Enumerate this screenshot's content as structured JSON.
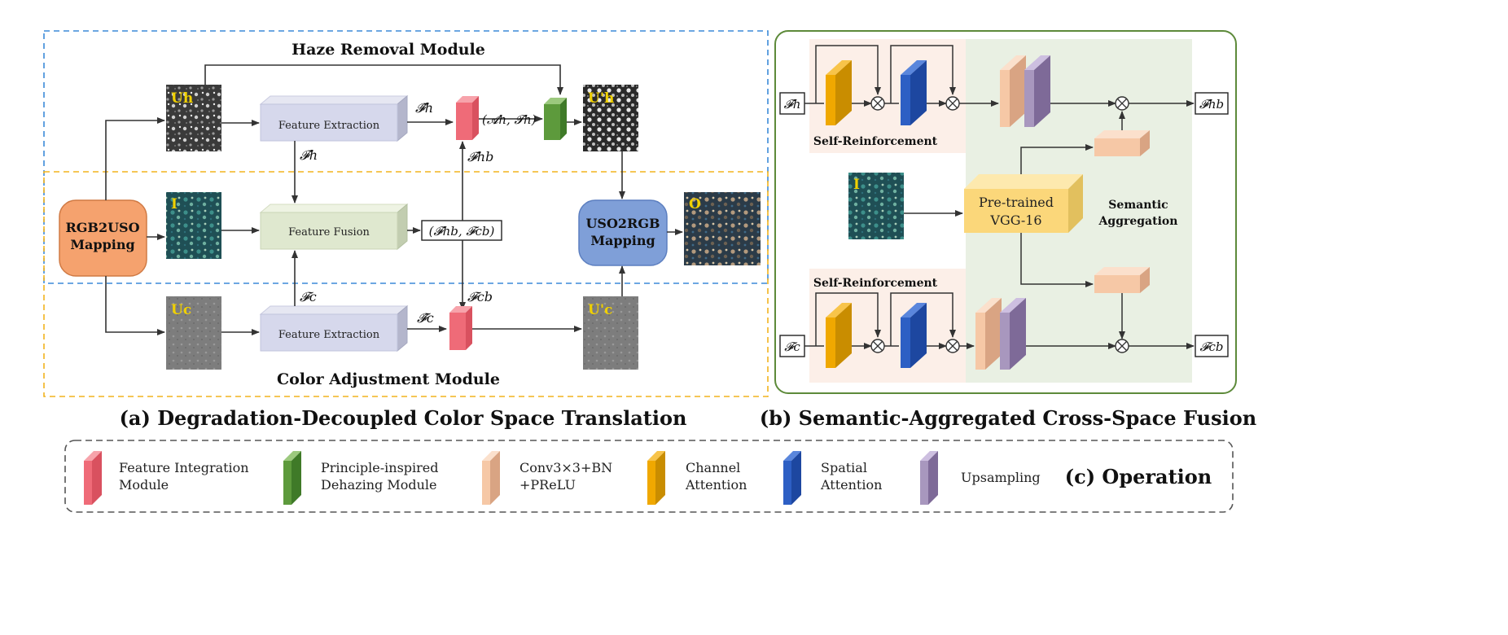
{
  "panel_a": {
    "caption": "(a) Degradation-Decoupled Color Space Translation",
    "haze_module": "Haze Removal Module",
    "color_module": "Color Adjustment Module",
    "rgb2uso": [
      "RGB2USO",
      "Mapping"
    ],
    "uso2rgb": [
      "USO2RGB",
      "Mapping"
    ],
    "feature_extraction": "Feature Extraction",
    "feature_fusion": "Feature Fusion",
    "img_uh": "Uh",
    "img_uh_out": "U'h",
    "img_i": "I",
    "img_o": "O",
    "img_uc": "Uc",
    "img_uc_out": "U'c",
    "sym_fh": "𝓕h",
    "sym_fh_hat": "𝓕̂h",
    "sym_fc": "𝓕c",
    "sym_fc_hat": "𝓕̂c",
    "sym_fhb": "𝓕hb",
    "sym_fcb": "𝓕cb",
    "sym_ah_th": "(𝓐h, 𝓣h)",
    "sym_pair": "(𝓕hb, 𝓕cb)"
  },
  "panel_b": {
    "caption": "(b) Semantic-Aggregated Cross-Space Fusion",
    "self_reinforcement_top": "Self-Reinforcement",
    "self_reinforcement_bottom": "Self-Reinforcement",
    "vgg": [
      "Pre-trained",
      "VGG-16"
    ],
    "semantic_aggregation": [
      "Semantic",
      "Aggregation"
    ],
    "img_i": "I",
    "in_fh": "𝓕h",
    "in_fc": "𝓕c",
    "out_fhb": "𝓕hb",
    "out_fcb": "𝓕cb"
  },
  "legend": {
    "title": "(c) Operation",
    "items": [
      {
        "label": [
          "Feature Integration",
          "Module"
        ],
        "color": "#ef6b78"
      },
      {
        "label": [
          "Principle-inspired",
          "Dehazing Module"
        ],
        "color": "#5d9a3c"
      },
      {
        "label": [
          "Conv3×3+BN",
          "+PReLU"
        ],
        "color": "#f6c8a6"
      },
      {
        "label": [
          "Channel",
          "Attention"
        ],
        "color": "#f0a800"
      },
      {
        "label": [
          "Spatial",
          "Attention"
        ],
        "color": "#2d5fc4"
      },
      {
        "label": [
          "Upsampling"
        ],
        "color": "#a897be"
      }
    ]
  }
}
